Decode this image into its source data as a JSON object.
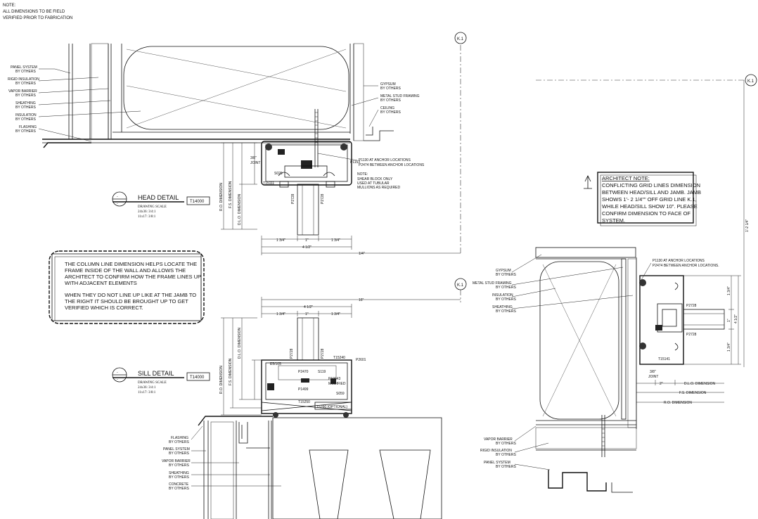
{
  "note": {
    "l1": "NOTE:",
    "l2": "ALL DIMENSIONS TO BE FIELD",
    "l3": "VERIFIED PRIOR TO FABRICATION"
  },
  "grid": {
    "k1": "K.1"
  },
  "head_labels": [
    {
      "a": "PANEL SYSTEM",
      "b": "BY OTHERS"
    },
    {
      "a": "RIGID INSULATION",
      "b": "BY OTHERS"
    },
    {
      "a": "VAPOR BARRIER",
      "b": "BY OTHERS"
    },
    {
      "a": "SHEATHING",
      "b": "BY OTHERS"
    },
    {
      "a": "INSULATION",
      "b": "BY OTHERS"
    },
    {
      "a": "FLASHING",
      "b": "BY OTHERS"
    }
  ],
  "head_right_labels": [
    {
      "a": "GYPSUM",
      "b": "BY OTHERS"
    },
    {
      "a": "METAL STUD FRAMING",
      "b": "BY OTHERS"
    },
    {
      "a": "CEILING",
      "b": "BY OTHERS"
    }
  ],
  "anchor_note": {
    "a": "P1130 AT ANCHOR LOCATIONS",
    "b": "P2474 BETWEEN ANCHOR LOCATIONS"
  },
  "shear_note": {
    "a": "NOTE:",
    "b": "SHEAR BLOCK ONLY",
    "c": "USED AT TUBULAR",
    "d": "MULLIONS AS REQUIRED"
  },
  "head_parts": {
    "p1153": "P1153",
    "s029": "S029",
    "t15111": "T15111",
    "p2728a": "P2728",
    "p2728b": "P2728",
    "joint_a": "3/8\"",
    "joint_b": "JOINT"
  },
  "head_dims": {
    "ro": "R.O. DIMENSION",
    "fs": "F.S. DIMENSION",
    "dlo": "D.L.O. DIMENSION",
    "w1": "1 3/4\"",
    "w2": "1\"",
    "w3": "1 3/4\"",
    "total": "4 1/2\"",
    "grid": "1/4\""
  },
  "head_title": {
    "title": "HEAD DETAIL",
    "scale": "DRAWING SCALE",
    "s1": "24x36: 3/4:1",
    "s2": "11x17: 3/8:1",
    "tag": "T14000"
  },
  "sill_title": {
    "title": "SILL DETAIL",
    "scale": "DRAWING SCALE",
    "s1": "24x36: 3/4:1",
    "s2": "11x17: 3/8:1",
    "tag": "T14000"
  },
  "cloud_note": {
    "l1": "THE COLUMN LINE DIMENSION HELPS LOCATE THE",
    "l2": "FRAME INSIDE OF THE WALL AND ALLOWS THE",
    "l3": "ARCHITECT TO CONFIRM HOW THE FRAME LINES UP",
    "l4": "WITH ADJACENT ELEMENTS",
    "l5": "WHEN THEY DO NOT LINE UP LIKE AT THE JAMB TO",
    "l6": "THE RIGHT IT SHOULD BE BROUGHT UP TO GET",
    "l7": "VERIFIED WHICH IS CORRECT."
  },
  "sill_dims": {
    "total": "4 1/2\"",
    "w1": "1 3/4\"",
    "w2": "1\"",
    "w3": "1 3/4\"",
    "grid": "16\"",
    "dlo": "D.L.O. DIMENSION",
    "fs": "F.S. DIMENSION",
    "ro": "R.O. DIMENSION"
  },
  "sill_parts": {
    "p2728a": "P2728",
    "p2728b": "P2728",
    "t15240": "T15240",
    "p2601": "P2601",
    "e5": "E5/105",
    "p2470": "P2470",
    "s119": "S119",
    "p19043": "P19043",
    "modified": "MODIFIED",
    "s059": "S059",
    "p1499": "P1499",
    "t15250": "T15250",
    "t5260": "T5260 (OPTIONAL)"
  },
  "sill_labels": [
    {
      "a": "FLASHING",
      "b": "BY OTHERS"
    },
    {
      "a": "PANEL SYSTEM",
      "b": "BY OTHERS"
    },
    {
      "a": "VAPOR BARRIER",
      "b": "BY OTHERS"
    },
    {
      "a": "SHEATHING",
      "b": "BY OTHERS"
    },
    {
      "a": "CONCRETE",
      "b": "BY OTHERS"
    }
  ],
  "architect_note": {
    "title": "ARCHITECT NOTE:",
    "l1": "CONFLICTING GRID LINES DIMENSION",
    "l2": "BETWEEN HEAD/SILL AND JAMB.  JAMB",
    "l3": "SHOWS 1'- 2 1/4\"\" OFF GRID LINE K.1,",
    "l4": "WHILE HEAD/SILL SHOW 10\".  PLEASE",
    "l5": "CONFIRM DIMENSION TO FACE OF",
    "l6": "SYSTEM."
  },
  "jamb_labels": [
    {
      "a": "GYPSUM",
      "b": "BY OTHERS"
    },
    {
      "a": "METAL STUD FRAMING",
      "b": "BY OTHERS"
    },
    {
      "a": "INSULATION",
      "b": "BY OTHERS"
    },
    {
      "a": "SHEATHING",
      "b": "BY OTHERS"
    }
  ],
  "jamb_bottom_labels": [
    {
      "a": "VAPOR BARRIER",
      "b": "BY OTHERS"
    },
    {
      "a": "RIGID INSULATION",
      "b": "BY OTHERS"
    },
    {
      "a": "PANEL SYSTEM",
      "b": "BY OTHERS"
    }
  ],
  "jamb_anchor": {
    "a": "P1130 AT ANCHOR LOCATIONS",
    "b": "P2474 BETWEEN ANCHOR LOCATIONS."
  },
  "jamb_parts": {
    "p2728a": "P2728",
    "p2728b": "P2728",
    "t15141": "T15141",
    "joint_a": "3/8\"",
    "joint_b": "JOINT"
  },
  "jamb_dims": {
    "dlo": "D.L.O. DIMENSION",
    "fs": "F.S. DIMENSION",
    "ro": "R.O. DIMENSION",
    "two": "2\"",
    "grid": "1'-2 1/4\"",
    "d1": "1 3/4\"",
    "d2": "1\"",
    "d3": "1 3/4\"",
    "total": "4 1/2\""
  }
}
